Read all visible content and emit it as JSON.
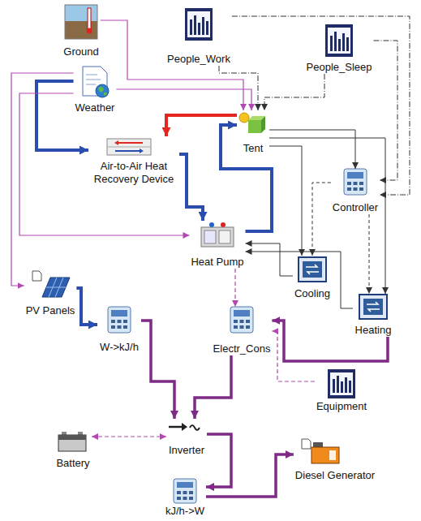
{
  "diagram": {
    "nodes": [
      {
        "text": [
          "Ground"
        ]
      },
      {
        "text": [
          "Weather"
        ]
      },
      {
        "text": [
          "People_Work"
        ]
      },
      {
        "text": [
          "People_Sleep"
        ]
      },
      {
        "text": [
          "Tent"
        ]
      },
      {
        "text": [
          "Air-to-Air Heat Recovery Device"
        ]
      },
      {
        "text": [
          "Controller"
        ]
      },
      {
        "text": [
          "Heat Pump"
        ]
      },
      {
        "text": [
          "Cooling"
        ]
      },
      {
        "text": [
          "Heating"
        ]
      },
      {
        "text": [
          "PV Panels"
        ]
      },
      {
        "text": [
          "W->kJ/h"
        ]
      },
      {
        "text": [
          "Electr_Cons"
        ]
      },
      {
        "text": [
          "Equipment"
        ]
      },
      {
        "text": [
          "Battery"
        ]
      },
      {
        "text": [
          "Inverter"
        ]
      },
      {
        "text": [
          "Diesel Generator"
        ]
      },
      {
        "text": [
          "kJ/h->W"
        ]
      }
    ],
    "edges": [
      {
        "from": 1,
        "to": 5,
        "arrow": "to"
      },
      {
        "from": 5,
        "to": 7,
        "arrow": "to"
      },
      {
        "from": 7,
        "to": 4,
        "arrow": "to"
      },
      {
        "from": 4,
        "to": 5,
        "arrow": "to"
      },
      {
        "from": 10,
        "to": 11,
        "arrow": "to"
      },
      {
        "from": 11,
        "to": 15,
        "arrow": "to"
      },
      {
        "from": 12,
        "to": 15,
        "arrow": "to"
      },
      {
        "from": 15,
        "to": 17,
        "arrow": "to"
      },
      {
        "from": 17,
        "to": 16,
        "arrow": "to"
      },
      {
        "from": 14,
        "to": 15,
        "arrow": "both"
      },
      {
        "from": 9,
        "to": 12,
        "arrow": "to"
      },
      {
        "from": 13,
        "to": 12,
        "arrow": "to"
      },
      {
        "from": 7,
        "to": 12,
        "arrow": "to"
      },
      {
        "from": 8,
        "to": 7,
        "arrow": "to"
      },
      {
        "from": 9,
        "to": 7,
        "arrow": "to"
      },
      {
        "from": 6,
        "to": 8,
        "arrow": "to"
      },
      {
        "from": 6,
        "to": 9,
        "arrow": "to"
      },
      {
        "from": 4,
        "to": 6,
        "arrow": "to"
      },
      {
        "from": 2,
        "to": 4,
        "arrow": "to"
      },
      {
        "from": 3,
        "to": 4,
        "arrow": "to"
      },
      {
        "from": 2,
        "to": 6,
        "arrow": "to"
      },
      {
        "from": 3,
        "to": 6,
        "arrow": "to"
      },
      {
        "from": 4,
        "to": 8,
        "arrow": "to"
      },
      {
        "from": 4,
        "to": 9,
        "arrow": "to"
      },
      {
        "from": 0,
        "to": 4,
        "arrow": "to"
      },
      {
        "from": 1,
        "to": 4,
        "arrow": "to"
      },
      {
        "from": 1,
        "to": 10,
        "arrow": "to"
      },
      {
        "from": 1,
        "to": 7,
        "arrow": "to"
      }
    ]
  }
}
